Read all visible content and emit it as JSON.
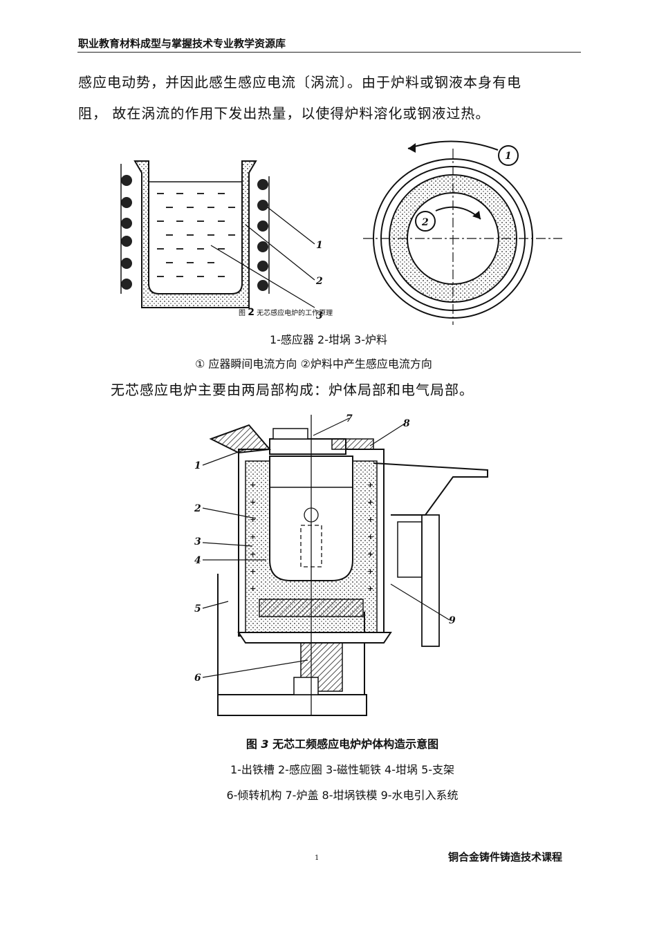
{
  "header": {
    "title": "职业教育材料成型与掌握技术专业教学资源库"
  },
  "body": {
    "para1": "感应电动势，并因此感生感应电流〔涡流〕。由于炉料或钢液本身有电",
    "para2": "阻，  故在涡流的作用下发出热量，以使得炉料溶化或钢液过热。",
    "para3": "无芯感应电炉主要由两局部构成：炉体局部和电气局部。"
  },
  "figure2": {
    "caption_prefix": "图",
    "caption_num": "2",
    "caption_text": "无芯感应电炉的工作原理",
    "legend_line1": "1-感应器  2-坩埚  3-炉料",
    "legend_line2": "① 应器瞬间电流方向  ②炉料中产生感应电流方向",
    "labels": [
      "1",
      "2",
      "3"
    ],
    "circle_labels": [
      "1",
      "2"
    ]
  },
  "figure3": {
    "caption_prefix": "图",
    "caption_num": "3",
    "caption_text": "无芯工频感应电炉炉体构造示意图",
    "legend_line1": "1-出铁槽  2-感应圈  3-磁性轭铁  4-坩埚  5-支架",
    "legend_line2": "6-倾转机构  7-炉盖  8-坩埚铁模  9-水电引入系统",
    "labels": [
      "1",
      "2",
      "3",
      "4",
      "5",
      "6",
      "7",
      "8",
      "9"
    ]
  },
  "footer": {
    "page_number": "1",
    "course": "铜合金铸件铸造技术课程"
  }
}
